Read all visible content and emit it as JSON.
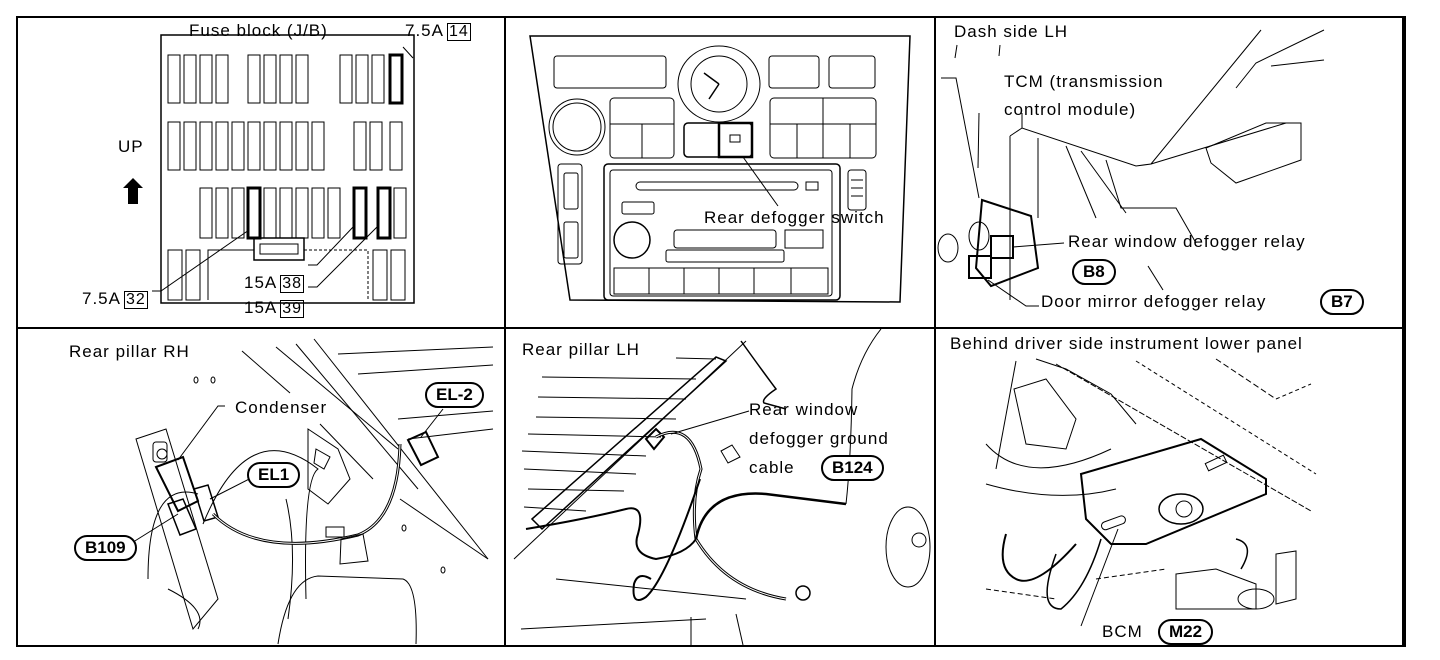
{
  "panels": {
    "fuse_block": {
      "title": "Fuse block (J/B)",
      "direction_label": "UP",
      "fuses": [
        {
          "rating": "7.5A",
          "number": "14"
        },
        {
          "rating": "7.5A",
          "number": "32"
        },
        {
          "rating": "15A",
          "number": "38"
        },
        {
          "rating": "15A",
          "number": "39"
        }
      ]
    },
    "center_console": {
      "callout": "Rear defogger switch"
    },
    "dash_side": {
      "title": "Dash side LH",
      "callouts": {
        "tcm_line1": "TCM (transmission",
        "tcm_line2": "control module)",
        "rear_window_relay": "Rear window defogger relay",
        "door_mirror_relay": "Door mirror defogger relay"
      },
      "connectors": {
        "rear_window_relay": "B8",
        "door_mirror_relay": "B7"
      }
    },
    "rear_pillar_rh": {
      "title": "Rear pillar RH",
      "callouts": {
        "condenser": "Condenser"
      },
      "connectors": {
        "el2": "EL-2",
        "el1": "EL1",
        "b109": "B109"
      }
    },
    "rear_pillar_lh": {
      "title": "Rear pillar LH",
      "callouts": {
        "ground_line1": "Rear window",
        "ground_line2": "defogger ground",
        "ground_line3": "cable"
      },
      "connectors": {
        "b124": "B124"
      }
    },
    "driver_lower_panel": {
      "title": "Behind driver side instrument lower panel",
      "callouts": {
        "bcm": "BCM"
      },
      "connectors": {
        "m22": "M22"
      }
    }
  }
}
